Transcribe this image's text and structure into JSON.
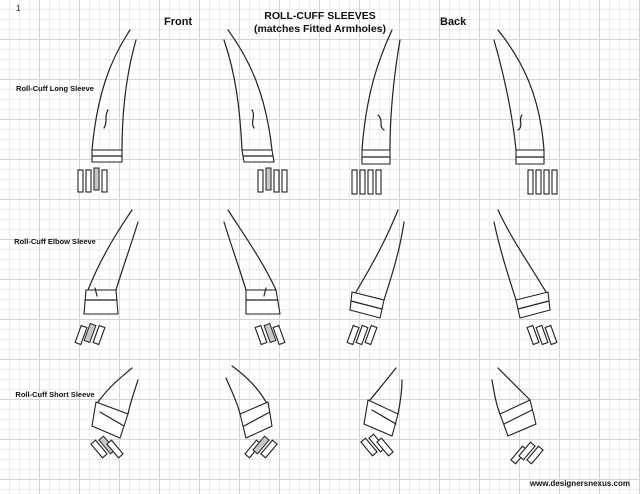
{
  "page_number": "1",
  "title_line1": "ROLL-CUFF SLEEVES",
  "title_line2": "(matches Fitted Armholes)",
  "col_front": "Front",
  "col_back": "Back",
  "row_long": "Roll-Cuff Long Sleeve",
  "row_elbow": "Roll-Cuff Elbow Sleeve",
  "row_short": "Roll-Cuff Short Sleeve",
  "credit": "www.designersnexus.com"
}
